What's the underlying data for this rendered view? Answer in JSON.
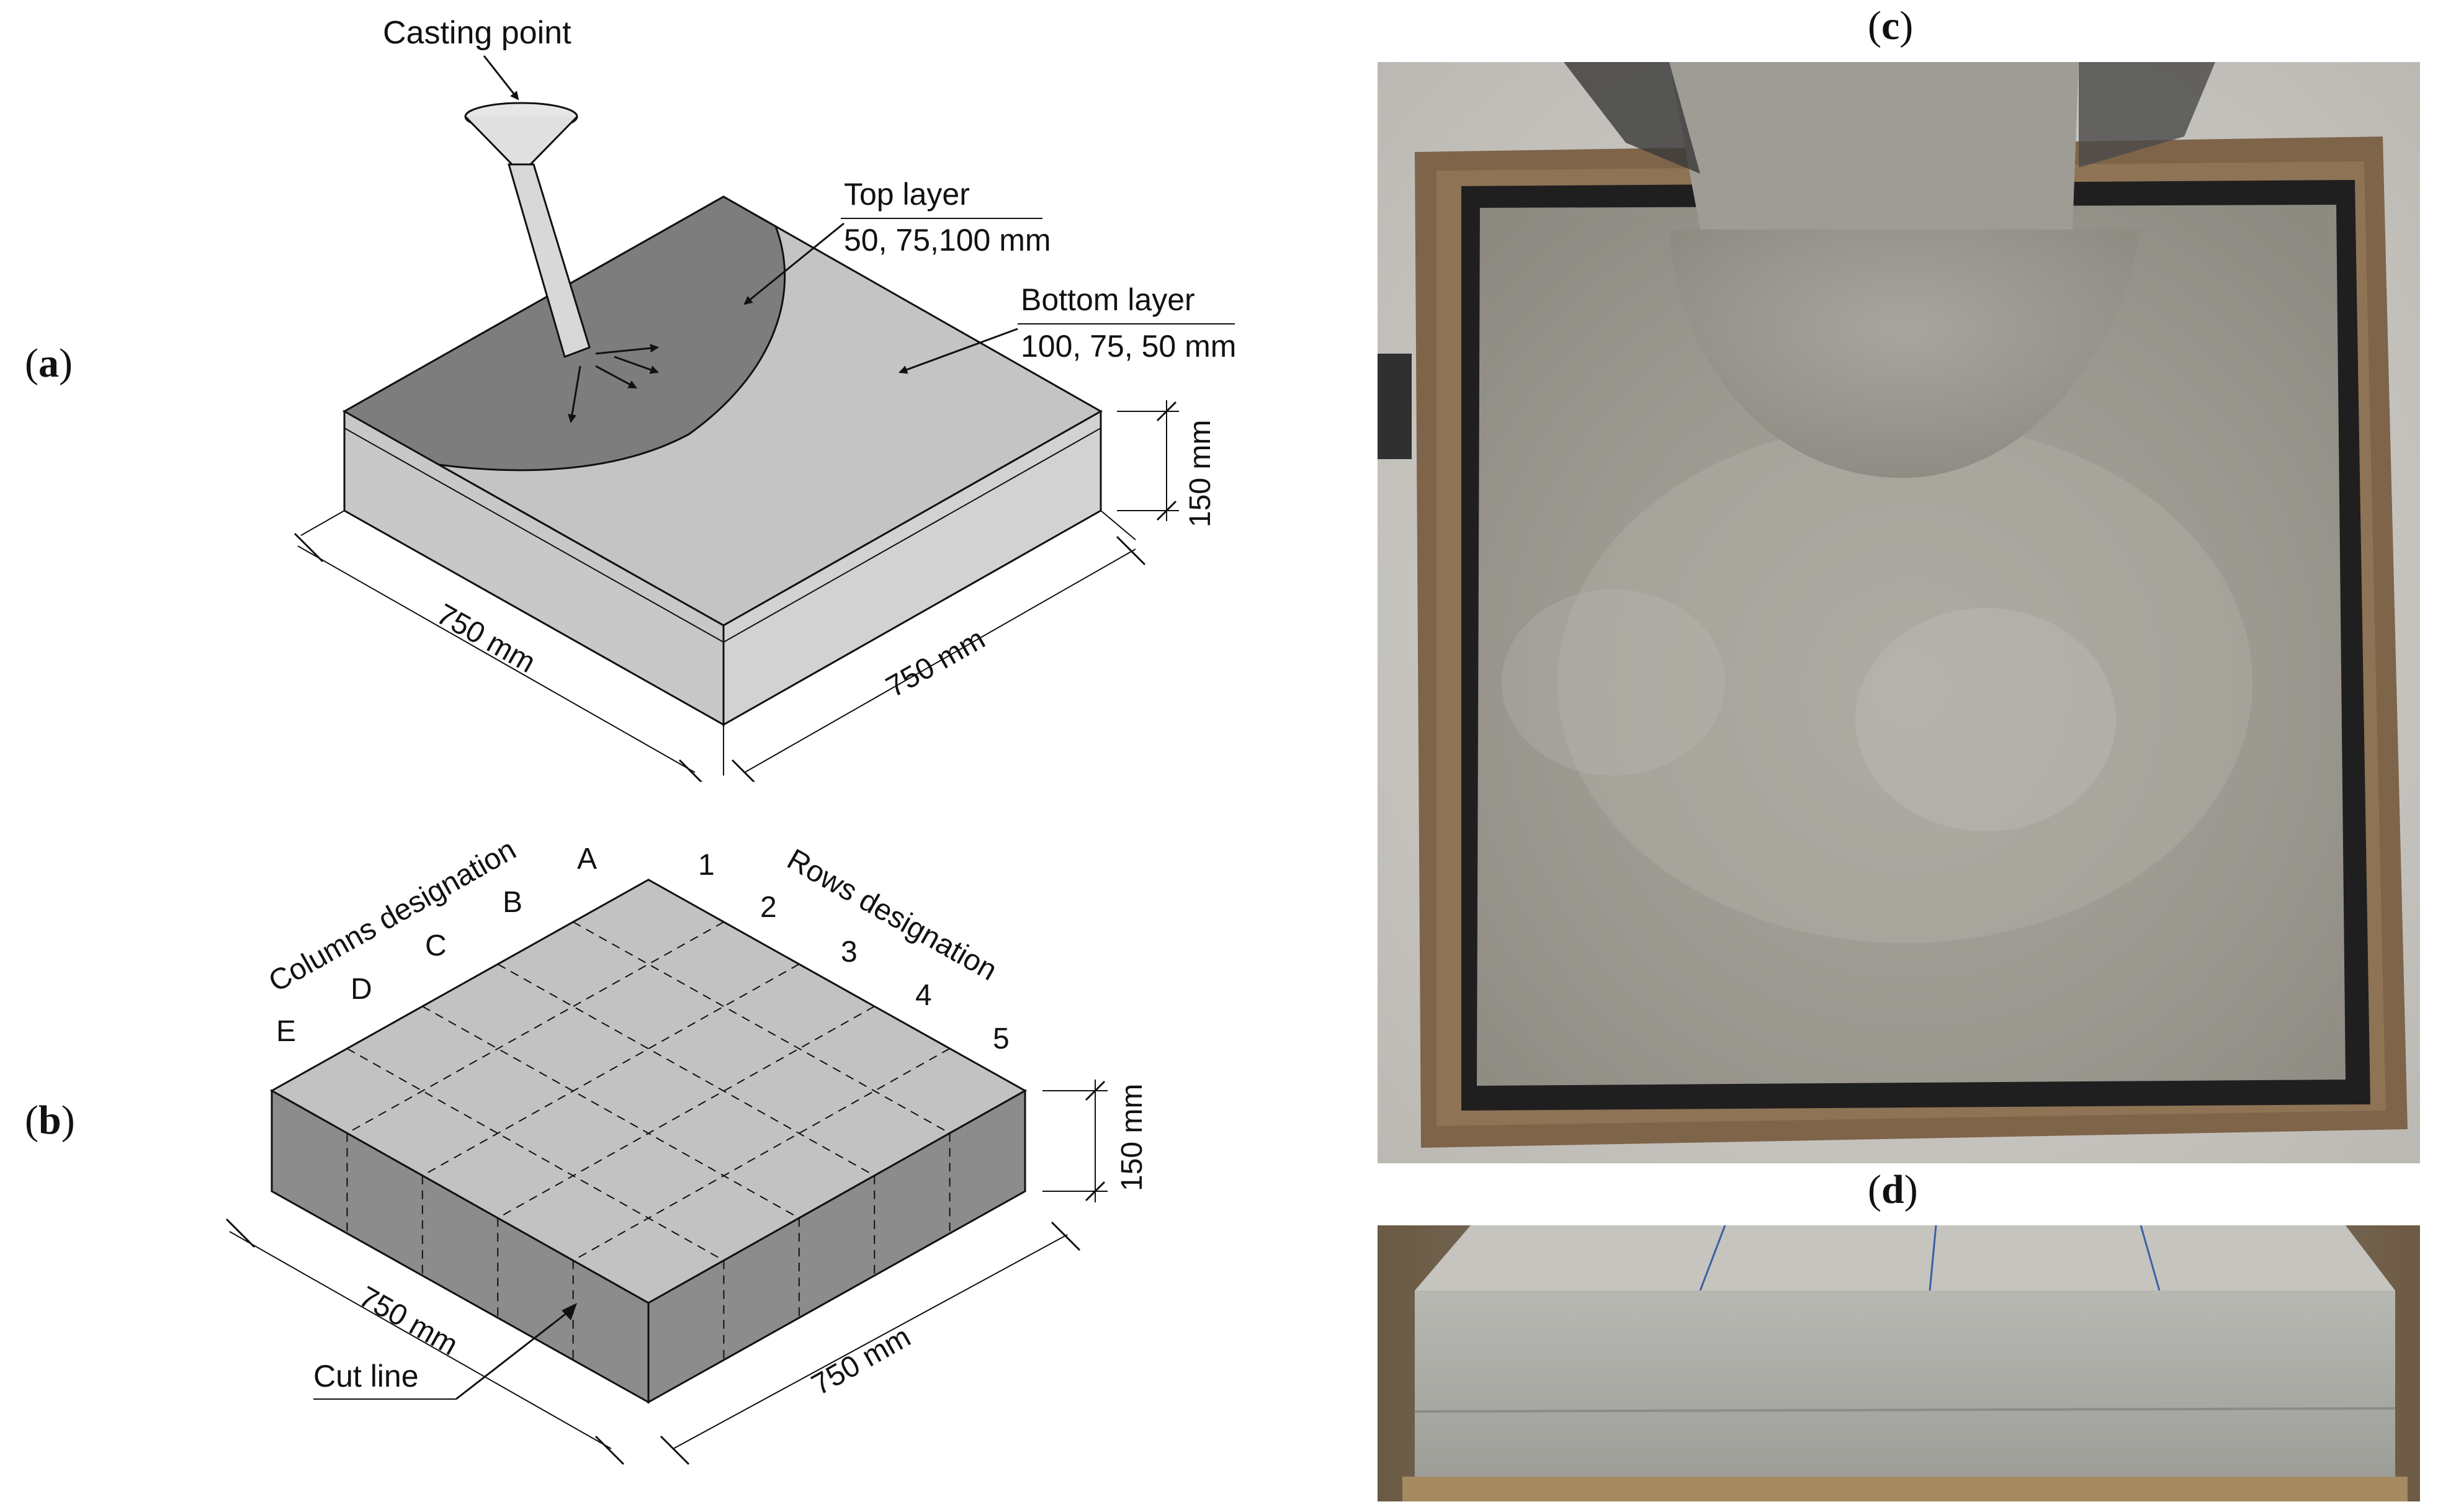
{
  "panels": {
    "a": {
      "tag": "a",
      "open": "(",
      "close": ")"
    },
    "b": {
      "tag": "b",
      "open": "(",
      "close": ")"
    },
    "c": {
      "tag": "c",
      "open": "(",
      "close": ")"
    },
    "d": {
      "tag": "d",
      "open": "(",
      "close": ")"
    }
  },
  "diagram_a": {
    "casting_point": "Casting point",
    "top_layer": "Top layer",
    "top_layer_values": "50, 75,100 mm",
    "bottom_layer": "Bottom layer",
    "bottom_layer_values": "100, 75, 50 mm",
    "height": "150 mm",
    "width_left": "750 mm",
    "width_right": "750 mm"
  },
  "diagram_b": {
    "columns_designation": "Columns designation",
    "rows_designation": "Rows designation",
    "columns": [
      "A",
      "B",
      "C",
      "D",
      "E"
    ],
    "rows": [
      "1",
      "2",
      "3",
      "4",
      "5"
    ],
    "height": "150 mm",
    "width_left": "750 mm",
    "width_right": "750 mm",
    "cut_line": "Cut line"
  },
  "colors": {
    "top_layer_fill": "#7d7d7d",
    "bottom_layer_fill": "#c4c4c4",
    "side_fill_b": "#8c8c8c",
    "top_fill_b": "#c2c2c2",
    "concrete": "#9d9b94",
    "formwork": "#8a6e4f"
  }
}
